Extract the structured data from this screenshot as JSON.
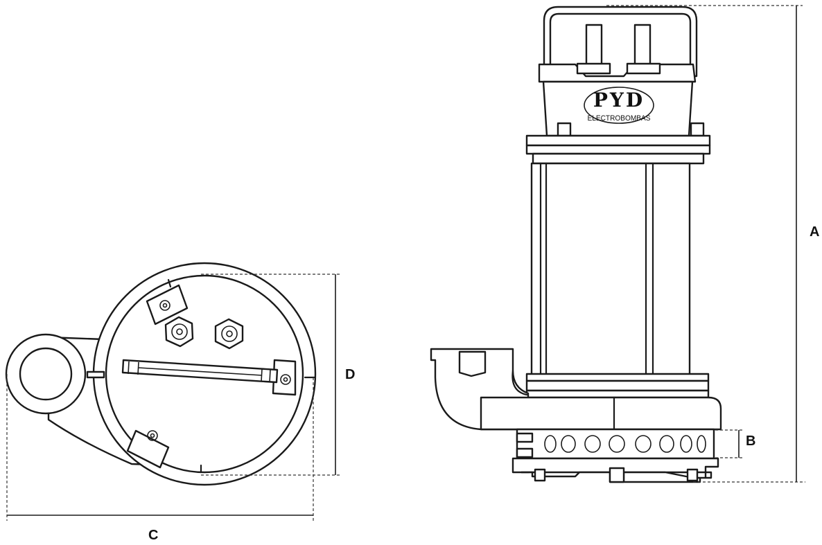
{
  "diagram": {
    "dimension_labels": {
      "A": "A",
      "B": "B",
      "C": "C",
      "D": "D"
    },
    "brand": {
      "logo_text": "PYD",
      "subtitle": "ELECTROBOMBAS"
    },
    "colors": {
      "line": "#1a1a1a",
      "background": "#ffffff"
    }
  }
}
